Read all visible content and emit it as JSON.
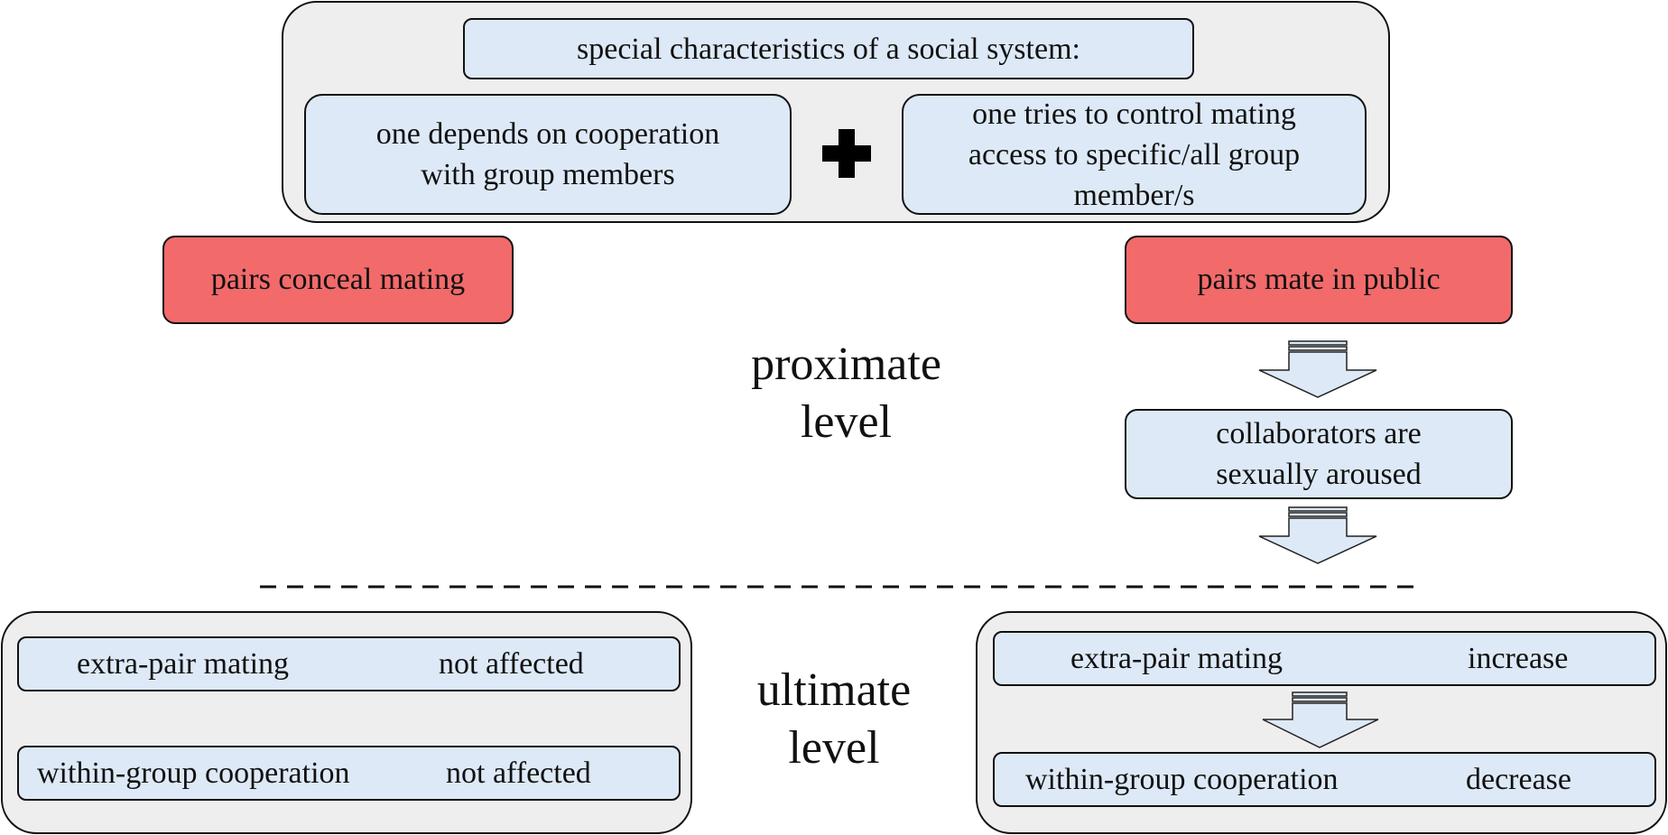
{
  "header": {
    "title": "special characteristics of a social system:",
    "left_condition": "one depends on cooperation\nwith group members",
    "right_condition": "one tries to control mating\naccess to specific/all group\nmember/s"
  },
  "branches": {
    "left": "pairs conceal mating",
    "right": "pairs mate in public",
    "right_consequence": "collaborators are\nsexually aroused"
  },
  "levels": {
    "proximate": "proximate\nlevel",
    "ultimate": "ultimate\nlevel"
  },
  "outcomes": {
    "left": [
      {
        "label": "extra-pair mating",
        "effect": "not affected"
      },
      {
        "label": "within-group cooperation",
        "effect": "not affected"
      }
    ],
    "right": [
      {
        "label": "extra-pair mating",
        "effect": "increase"
      },
      {
        "label": "within-group cooperation",
        "effect": "decrease"
      }
    ]
  },
  "colors": {
    "box_fill": "#dde9f6",
    "group_fill": "#eeeeee",
    "highlight_fill": "#f26a6a"
  }
}
